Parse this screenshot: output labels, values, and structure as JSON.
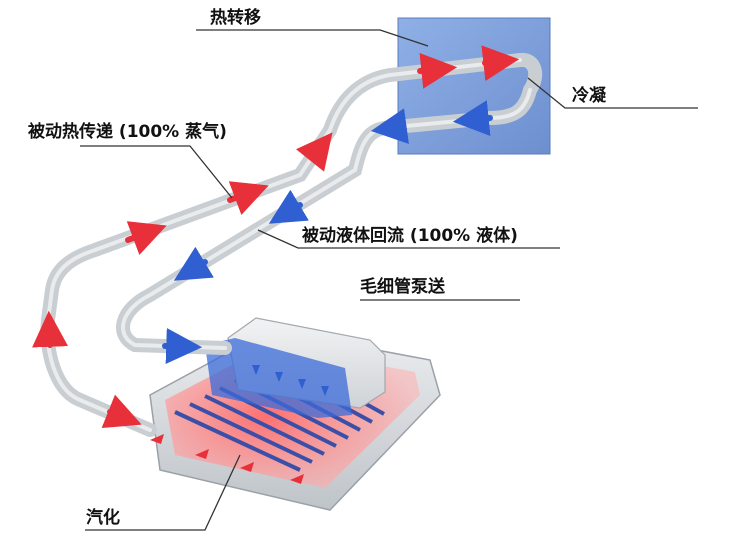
{
  "labels": {
    "heat_transfer": "热转移",
    "condensation": "冷凝",
    "passive_heat_transfer": "被动热传递 (100% 蒸气)",
    "passive_liquid_return": "被动液体回流 (100% 液体)",
    "capillary_pumping": "毛细管泵送",
    "vaporization": "汽化"
  },
  "colors": {
    "vapor": "#e8303a",
    "liquid": "#2f5fd0",
    "pipe": "#c9ced3",
    "condenser_plate": "#7f9fd8",
    "evaporator_base": "#d9dcdf",
    "leader_line": "#333333"
  }
}
